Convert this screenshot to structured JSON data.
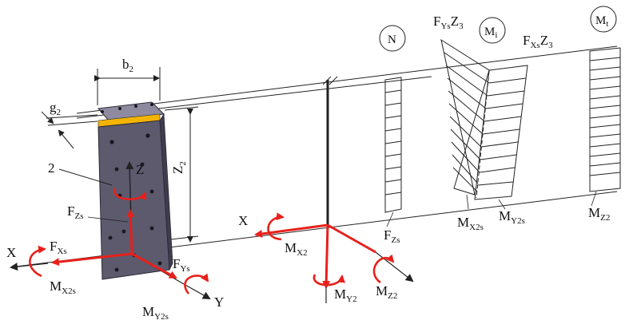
{
  "dimensions": {
    "width_label": "b",
    "width_sub": "2",
    "thickness_label": "g",
    "thickness_sub": "2",
    "height_label": "Z",
    "height_sub": "2"
  },
  "part_label": "2",
  "diagram_circles": {
    "axial": "N",
    "bending": "M",
    "bending_sub": "i",
    "torsion": "M",
    "torsion_sub": "t"
  },
  "left_frame": {
    "axis_z": "Z",
    "axis_x": "X",
    "axis_y": "Y",
    "force_z": "F",
    "force_z_sub": "Zs",
    "force_x": "F",
    "force_x_sub": "Xs",
    "force_y": "F",
    "force_y_sub": "Ys",
    "moment_x": "M",
    "moment_x_sub": "X2s",
    "moment_y": "M",
    "moment_y_sub": "Y2s"
  },
  "middle_frame": {
    "axis_x": "X",
    "moment_x": "M",
    "moment_x_sub": "X2",
    "moment_y": "M",
    "moment_y_sub": "Y2",
    "moment_z": "M",
    "moment_z_sub": "Z2"
  },
  "diagram_labels": {
    "fy_z3_a": "F",
    "fy_z3_sub": "Ys",
    "fy_z3_b": "Z",
    "fy_z3_num": "3",
    "fx_z3_a": "F",
    "fx_z3_sub": "Xs",
    "fx_z3_b": "Z",
    "fx_z3_num": "3",
    "fzs": "F",
    "fzs_sub": "Zs",
    "mx2s": "M",
    "mx2s_sub": "X2s",
    "my2s": "M",
    "my2s_sub": "Y2s",
    "mz2": "M",
    "mz2_sub": "Z2"
  },
  "colors": {
    "red": "#e8201b",
    "plate": "#5d5a6e",
    "plate_edge": "#2a2833",
    "stripe": "#f2b400",
    "line": "#222222"
  }
}
